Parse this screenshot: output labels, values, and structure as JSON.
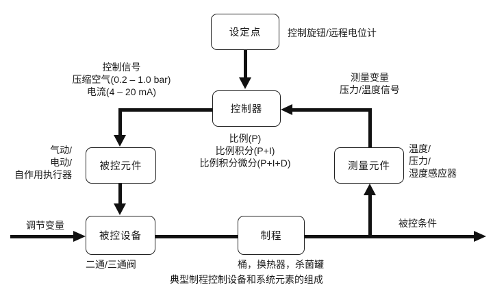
{
  "diagram": {
    "caption": "典型制程控制设备和系统元素的组成",
    "nodes": {
      "setpoint": "设定点",
      "controller": "控制器",
      "final_control_element": "被控元件",
      "measuring_element": "测量元件",
      "controlled_device": "被控设备",
      "process": "制程"
    },
    "labels": {
      "setpoint_note": "控制旋钮/远程电位计",
      "control_signal": "控制信号\n压缩空气(0.2 – 1.0 bar)\n电流(4 – 20 mA)",
      "measured_variable": "测量变量\n压力/温度信号",
      "control_modes": "比例(P)\n比例积分(P+I)\n比例积分微分(P+I+D)",
      "actuator_types": "气动/\n电动/\n自作用执行器",
      "sensor_types": "温度/\n压力/\n湿度感应器",
      "manipulated_variable": "调节变量",
      "controlled_condition": "被控条件",
      "valve_types": "二通/三通阀",
      "process_examples": "桶，换热器，杀菌罐"
    },
    "colors": {
      "line": "#111111",
      "text": "#1a1a1a",
      "background": "#ffffff"
    }
  }
}
